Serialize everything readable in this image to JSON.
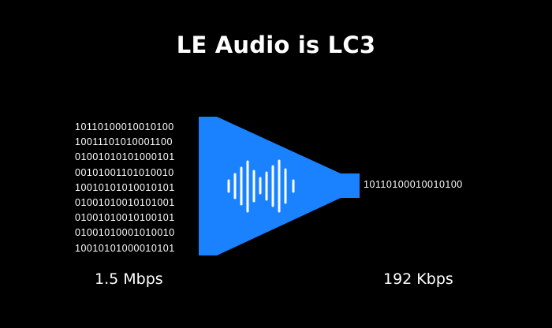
{
  "title": "LE Audio is LC3",
  "input": {
    "bits": [
      "10110100010010100",
      "10011101010001100",
      "01001010101000101",
      "00101001101010010",
      "10010101010010101",
      "01001010010101001",
      "01001010010100101",
      "01001010001010010",
      "10010101000010101"
    ],
    "rate": "1.5 Mbps"
  },
  "output": {
    "bits": "10110100010010100",
    "rate": "192 Kbps"
  },
  "colors": {
    "background": "#000000",
    "funnel": "#1a82ff",
    "text": "#ffffff"
  },
  "icons": {
    "center": "sound-wave-icon"
  }
}
